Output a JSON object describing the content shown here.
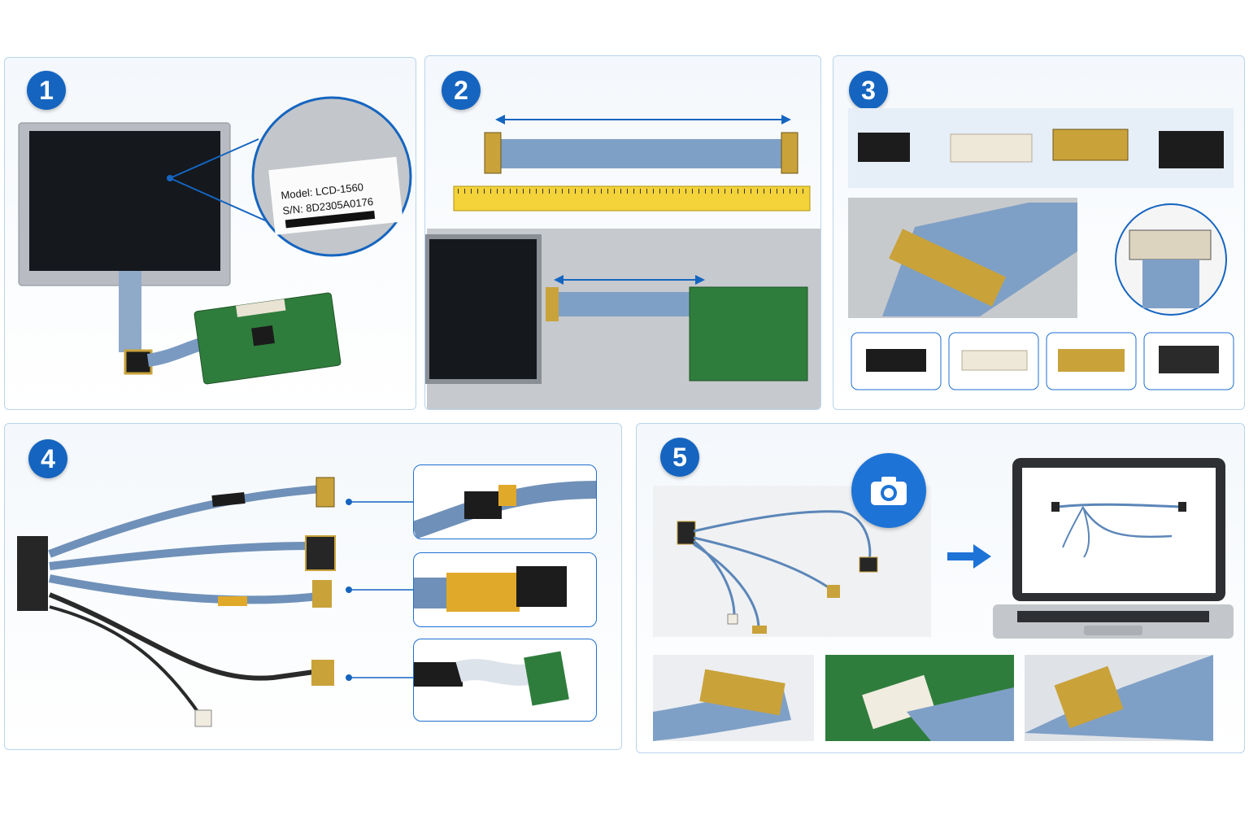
{
  "steps": [
    {
      "number": "1"
    },
    {
      "number": "2"
    },
    {
      "number": "3"
    },
    {
      "number": "4"
    },
    {
      "number": "5"
    }
  ],
  "label_sticker": {
    "model": "Model: LCD-1560",
    "serial": "S/N: 8D2305A0176"
  },
  "icons": {
    "camera": "camera-icon",
    "arrow": "arrow-right-icon"
  },
  "colors": {
    "accent": "#1565c0",
    "panel_border": "#b9d4ec",
    "cable_blue": "#5b86b8",
    "pcb_green": "#2f7d3c",
    "connector_gold": "#c9a23a"
  }
}
